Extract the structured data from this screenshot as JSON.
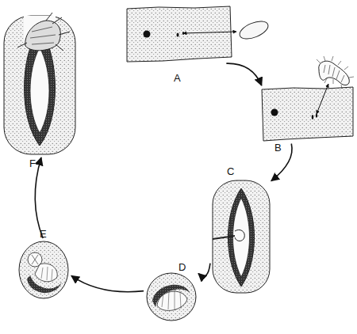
{
  "diagram": {
    "nodes": [
      {
        "text": [
          "A"
        ]
      },
      {
        "text": [
          "B"
        ]
      },
      {
        "text": [
          "C"
        ]
      },
      {
        "text": [
          "D"
        ]
      },
      {
        "text": [
          "E"
        ]
      },
      {
        "text": [
          "F"
        ]
      }
    ],
    "edges": [
      {
        "from": 0,
        "to": 1,
        "arrow": "to"
      },
      {
        "from": 1,
        "to": 2,
        "arrow": "to"
      },
      {
        "from": 2,
        "to": 3,
        "arrow": "to"
      },
      {
        "from": 3,
        "to": 4,
        "arrow": "to"
      },
      {
        "from": 4,
        "to": 5,
        "arrow": "to"
      }
    ]
  }
}
